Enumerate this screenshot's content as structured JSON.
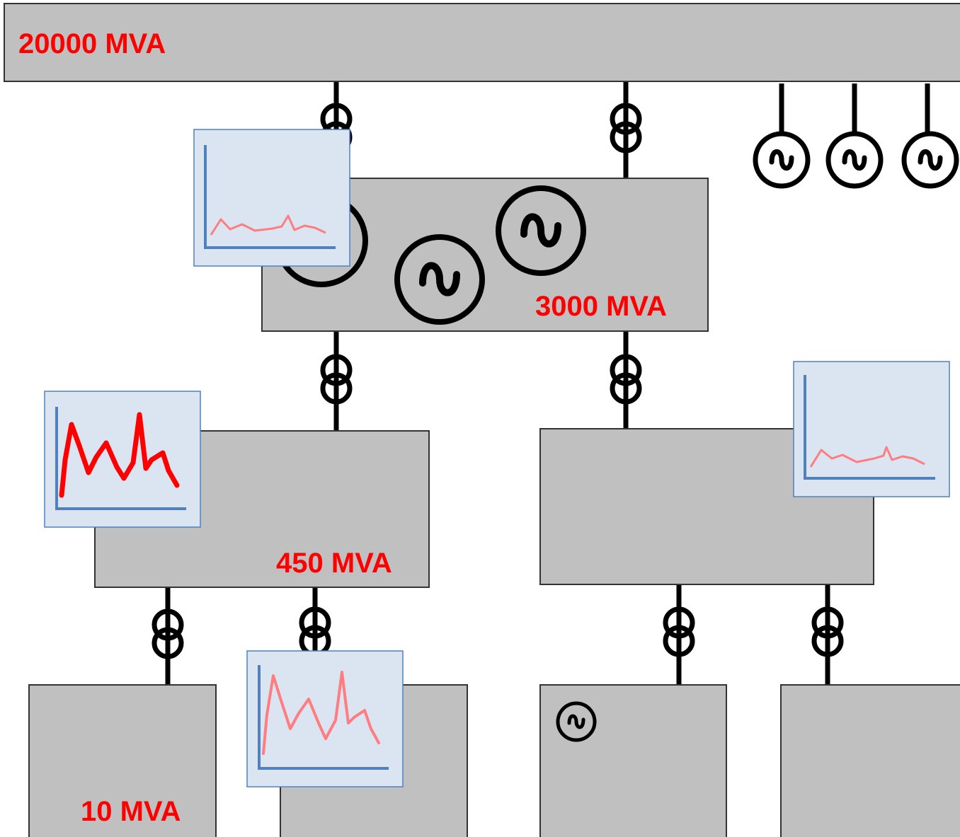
{
  "labels": {
    "top_bus": "20000 MVA",
    "mid_bus": "3000 MVA",
    "left_bus": "450 MVA",
    "bottom_left_bus": "10 MVA"
  },
  "colors": {
    "bus_fill": "#c0c0c0",
    "bus_stroke": "#333333",
    "label": "#ff0000",
    "symbol_stroke": "#000000",
    "chart_fill": "#dbe5f1",
    "chart_border": "#4f81bd",
    "axis": "#4f81bd",
    "trace_light": "#ff7c80",
    "trace_strong": "#ff0000"
  },
  "icons": {
    "transformer": "transformer-icon",
    "generator": "generator-icon",
    "chart": "load-profile-chart-icon"
  }
}
